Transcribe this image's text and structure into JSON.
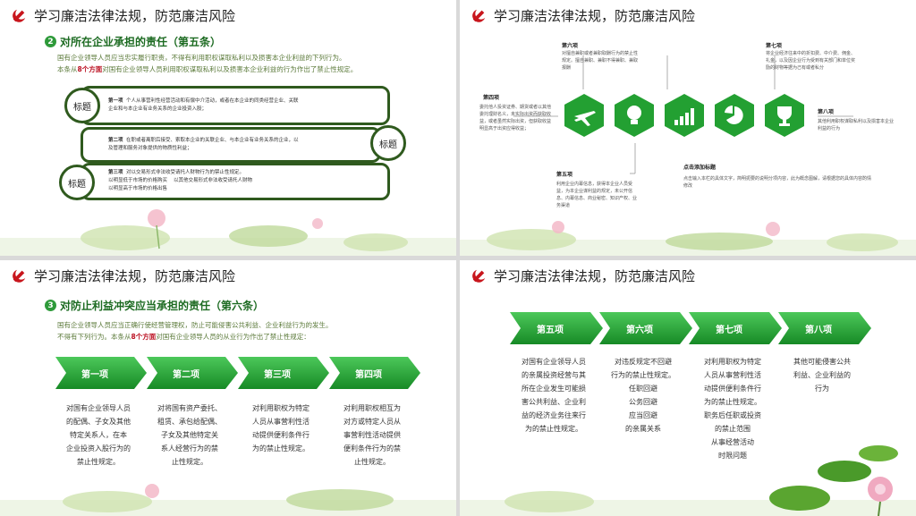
{
  "header_title": "学习廉洁法律法规，防范廉洁风险",
  "slide1": {
    "num": "2",
    "section_title": "对所在企业承担的责任（第五条）",
    "intro_line1": "国有企业领导人员应当忠实履行职责，不得有利用职权谋取私利以及损害本企业利益的下列行为。",
    "intro_line2_pre": "本条从",
    "intro_line2_em": "8个方面",
    "intro_line2_post": "对国有企业领导人员利用职权谋取私利以及损害本企业利益的行为作出了禁止性规定。",
    "badge": "标题",
    "item1_head": "第一项",
    "item1_text1": "个人从事营利性经营活动和有偿中介活动，或者在本企业的同类经营企业、关联",
    "item1_text2": "企业和与本企业有业务关系的企业投资入股；",
    "item2_head": "第二项",
    "item2_text1": "在职或者离职后接受、索取本企业的关联企业、与本企业有业务关系的企业，以",
    "item2_text2": "及管理和服务对象提供的物质性利益；",
    "item3_head": "第三项",
    "item3_text1": "对以交易形式非法收受请托人财物行为的禁止性规定。",
    "item3_text2a": "以明显低于市场的价格购买",
    "item3_text2b": "以其他交易形式非法收受请托人财物",
    "item3_text3": "以明显高于市场的价格出售"
  },
  "slide2": {
    "hexes": [
      {
        "label": "第四项",
        "text": "委托他人投资证券、期货或者以其他委托理财名义，未实际出资而获取收益，或者虽然实际出资，但获取收益明显高于出资应得收益；"
      },
      {
        "label": "第五项",
        "text": "利用企业内幕信息，获得本企业人员受益，为本企业谋利益的规定，未公开信息、内幕信息、商业秘密、知识产权、业务渠道"
      },
      {
        "label": "第六项",
        "text": "对擅自兼职或者兼职取酬行为的禁止性规定。擅自兼职、兼职不得兼职、兼取报酬"
      },
      {
        "label": "第七项",
        "text": "将企业经济往来中的折扣费、中介费、佣金、礼金，以及因企业行为受到有关部门和单位奖励的财物等据为己有或者私分"
      },
      {
        "label": "第八项",
        "text": "其他利用职权谋取私利以及损害本企业利益的行为"
      }
    ],
    "add_title": "点击添加标题",
    "add_text": "点击输入本栏的具体文字，简明扼要的说明分项内容，此为概念图解，请根据您的具体内容酌情修改",
    "icons": [
      "airplane-icon",
      "lightbulb-icon",
      "growth-chart-icon",
      "pie-chart-icon",
      "trophy-icon"
    ],
    "accent": "#2e9a3a"
  },
  "slide3": {
    "num": "3",
    "section_title": "对防止利益冲突应当承担的责任（第六条）",
    "intro_line1": "国有企业领导人员应当正确行使经营管理权，防止可能侵害公共利益、企业利益行为的发生。",
    "intro_line2_pre": "不得有下列行为。本条从",
    "intro_line2_em": "8个方面",
    "intro_line2_post": "对国有企业领导人员的从业行为作出了禁止性规定：",
    "steps": [
      {
        "label": "第一项",
        "desc": [
          "对国有企业领导人员",
          "的配偶、子女及其他",
          "特定关系人，在本",
          "企业投资入股行为的",
          "禁止性规定。"
        ]
      },
      {
        "label": "第二项",
        "desc": [
          "对将国有资产委托、",
          "租赁、承包给配偶、",
          "子女及其他特定关",
          "系人经营行为的禁",
          "止性规定。"
        ]
      },
      {
        "label": "第三项",
        "desc": [
          "对利用职权为特定",
          "人员从事营利性活",
          "动提供便利条件行",
          "为的禁止性规定。"
        ]
      },
      {
        "label": "第四项",
        "desc": [
          "对利用职权相互为",
          "对方或特定人员从",
          "事营利性活动提供",
          "便利条件行为的禁",
          "止性规定。"
        ]
      }
    ]
  },
  "slide4": {
    "steps": [
      {
        "label": "第五项",
        "desc": [
          "对国有企业领导人员",
          "的亲属投资经营与其",
          "所在企业发生可能损",
          "害公共利益、企业利",
          "益的经济业务往来行",
          "为的禁止性规定。"
        ]
      },
      {
        "label": "第六项",
        "desc": [
          "对违反规定不回避",
          "行为的禁止性规定。",
          "任职回避",
          "公务回避",
          "应当回避",
          "的亲属关系"
        ]
      },
      {
        "label": "第七项",
        "desc": [
          "对利用职权为特定",
          "人员从事营利性活",
          "动提供便利条件行",
          "为的禁止性规定。",
          "职务后任职或投资",
          "的禁止范围",
          "从事经营活动",
          "时限问题"
        ]
      },
      {
        "label": "第八项",
        "desc": [
          "其他可能侵害公共",
          "利益、企业利益的",
          "行为"
        ]
      }
    ]
  }
}
